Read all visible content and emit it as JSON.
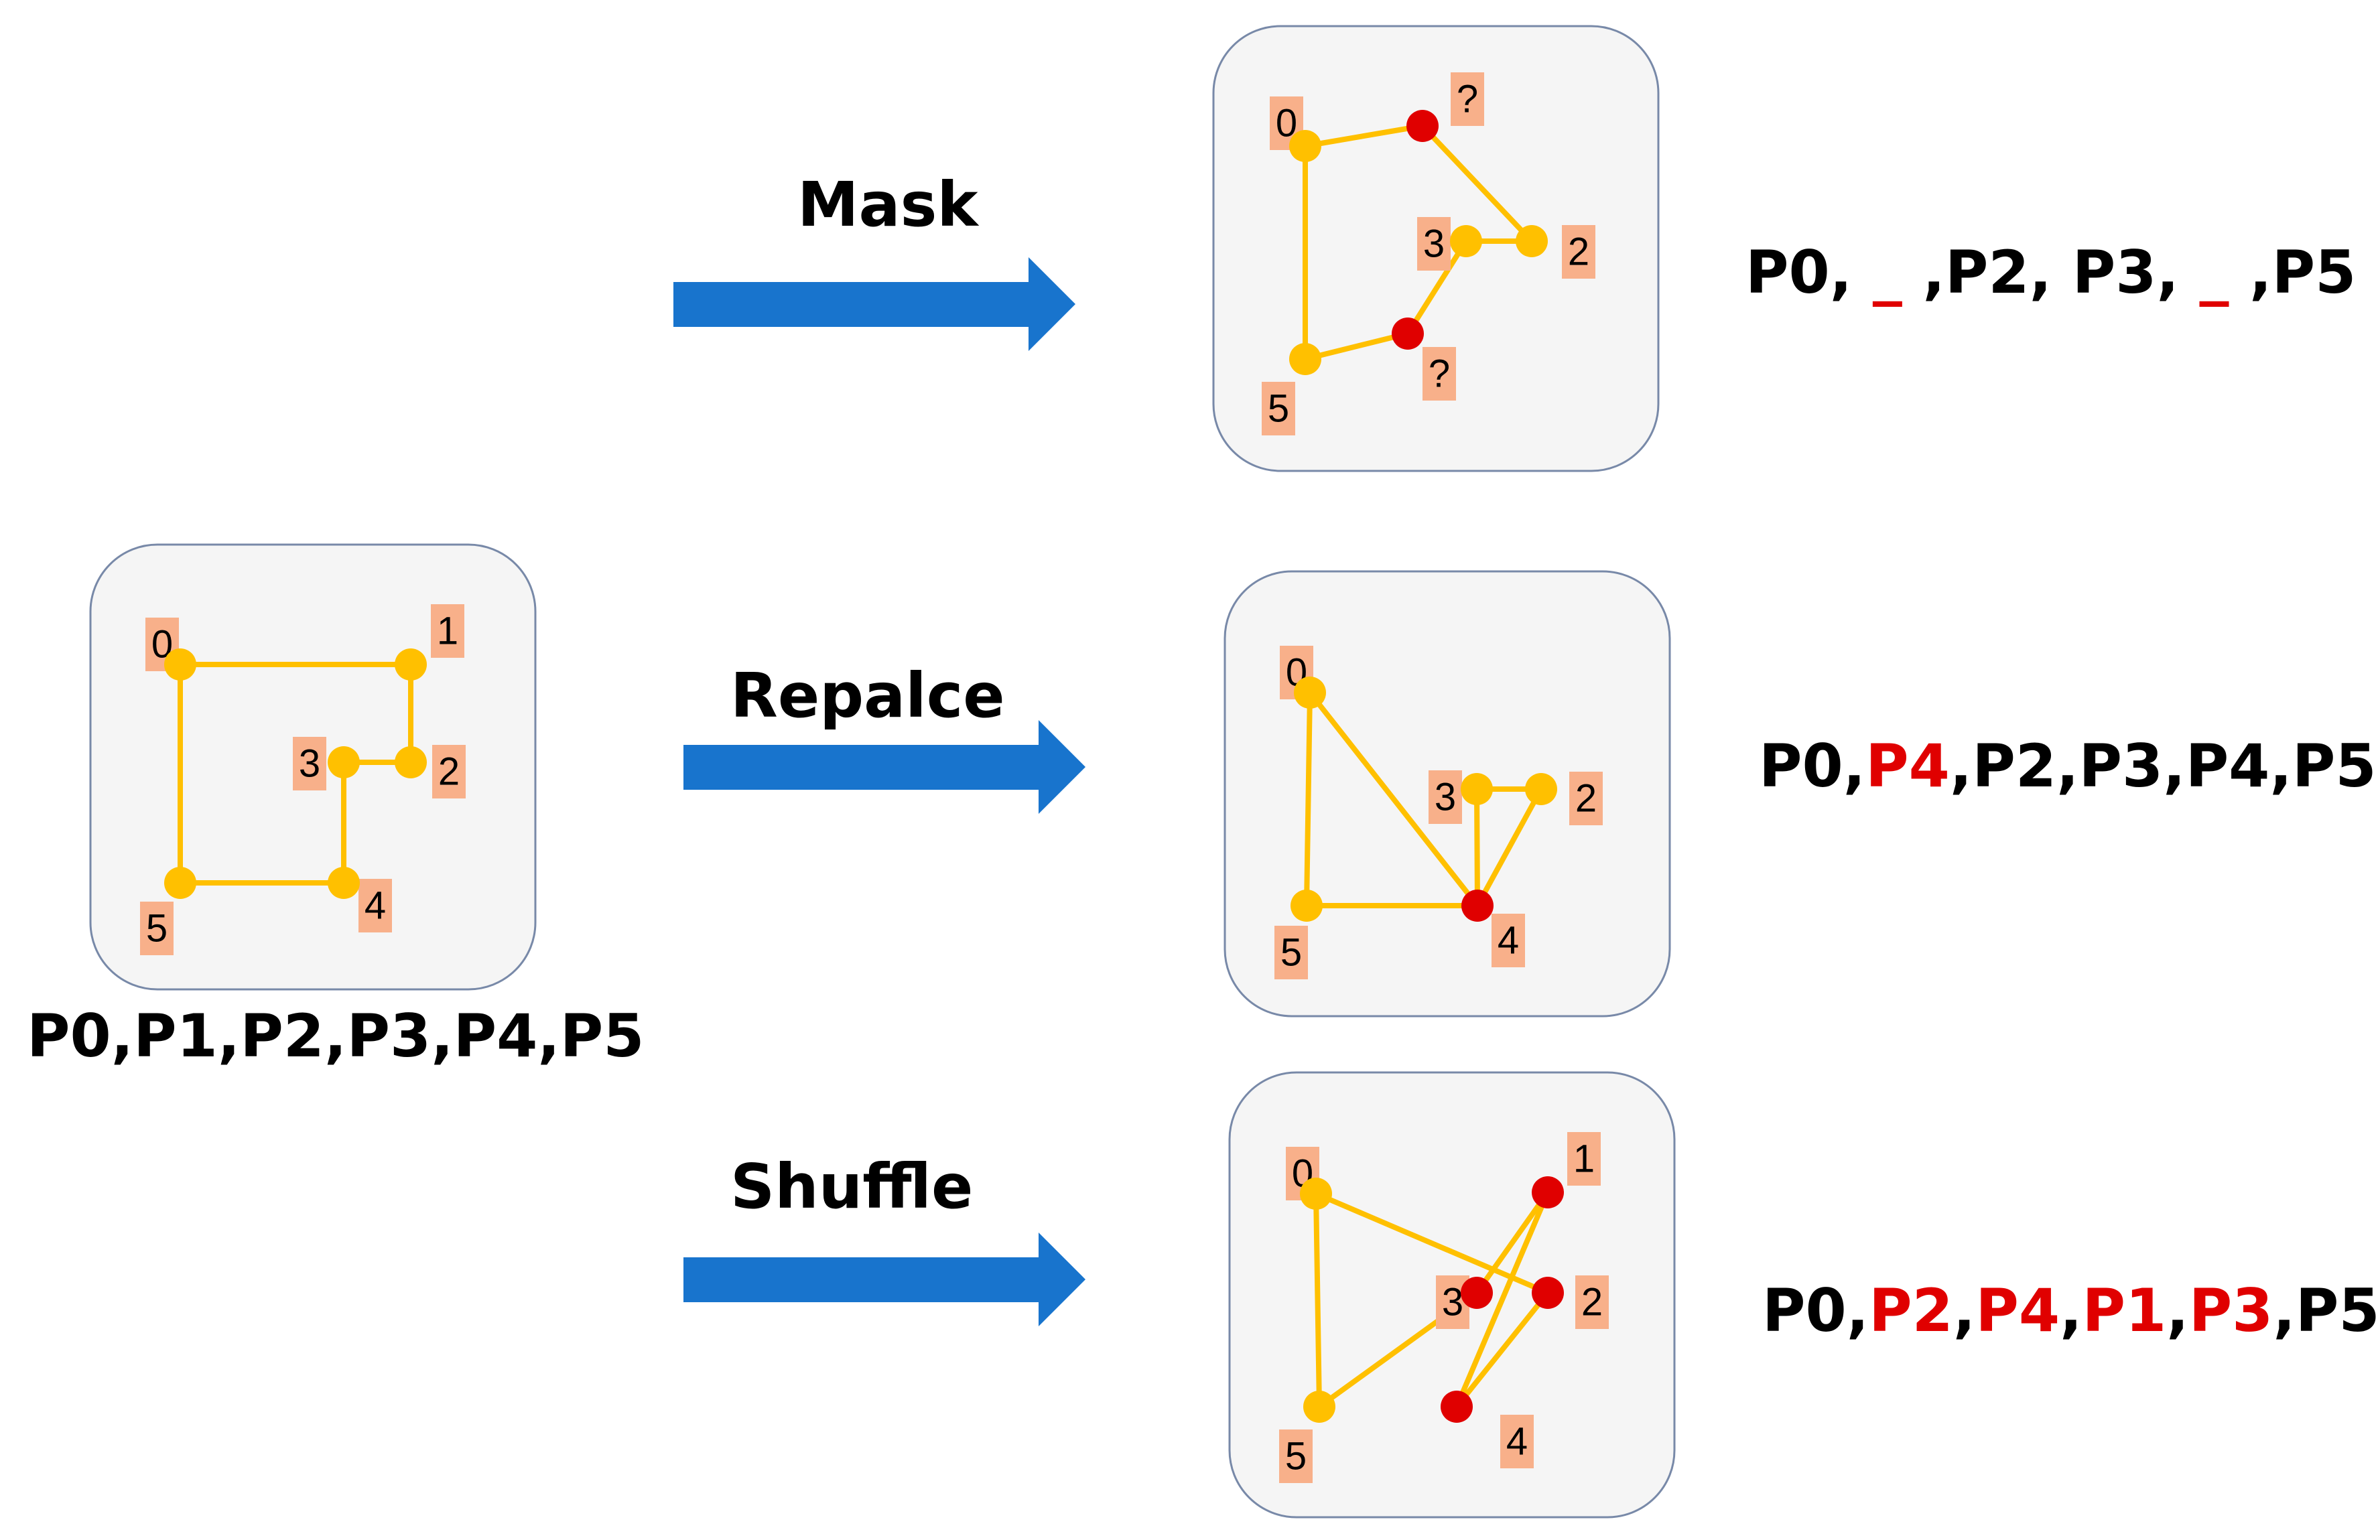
{
  "colors": {
    "edge": "#ffc000",
    "node": "#ffc000",
    "node_changed": "#e00000",
    "tag": "#f8b08a",
    "arrow": "#1874cd",
    "highlight_text": "#e00000"
  },
  "original": {
    "sequence_label": "P0,P1,P2,P3,P4,P5",
    "nodes": [
      {
        "label": "0",
        "changed": false
      },
      {
        "label": "1",
        "changed": false
      },
      {
        "label": "2",
        "changed": false
      },
      {
        "label": "3",
        "changed": false
      },
      {
        "label": "4",
        "changed": false
      },
      {
        "label": "5",
        "changed": false
      }
    ]
  },
  "operations": [
    {
      "name": "Mask",
      "nodes": [
        {
          "label": "0",
          "changed": false
        },
        {
          "label": "?",
          "changed": true
        },
        {
          "label": "2",
          "changed": false
        },
        {
          "label": "3",
          "changed": false
        },
        {
          "label": "?",
          "changed": true
        },
        {
          "label": "5",
          "changed": false
        }
      ],
      "sequence": [
        {
          "text": "P0",
          "red": false
        },
        {
          "text": ", ",
          "sep": true
        },
        {
          "text": "_",
          "red": true
        },
        {
          "text": " ,",
          "sep": true
        },
        {
          "text": "P2",
          "red": false
        },
        {
          "text": ", ",
          "sep": true
        },
        {
          "text": "P3",
          "red": false
        },
        {
          "text": ", ",
          "sep": true
        },
        {
          "text": "_",
          "red": true
        },
        {
          "text": " ,",
          "sep": true
        },
        {
          "text": "P5",
          "red": false
        }
      ]
    },
    {
      "name": "Repalce",
      "nodes": [
        {
          "label": "0",
          "changed": false
        },
        {
          "label": "2",
          "changed": false
        },
        {
          "label": "3",
          "changed": false
        },
        {
          "label": "4",
          "changed": true
        },
        {
          "label": "5",
          "changed": false
        }
      ],
      "sequence": [
        {
          "text": "P0",
          "red": false
        },
        {
          "text": ",",
          "sep": true
        },
        {
          "text": "P4",
          "red": true
        },
        {
          "text": ",",
          "sep": true
        },
        {
          "text": "P2",
          "red": false
        },
        {
          "text": ",",
          "sep": true
        },
        {
          "text": "P3",
          "red": false
        },
        {
          "text": ",",
          "sep": true
        },
        {
          "text": "P4",
          "red": false
        },
        {
          "text": ",",
          "sep": true
        },
        {
          "text": "P5",
          "red": false
        }
      ]
    },
    {
      "name": "Shuffle",
      "nodes": [
        {
          "label": "0",
          "changed": false
        },
        {
          "label": "1",
          "changed": true
        },
        {
          "label": "2",
          "changed": true
        },
        {
          "label": "3",
          "changed": true
        },
        {
          "label": "4",
          "changed": true
        },
        {
          "label": "5",
          "changed": false
        }
      ],
      "sequence": [
        {
          "text": "P0",
          "red": false
        },
        {
          "text": ",",
          "sep": true
        },
        {
          "text": "P2",
          "red": true
        },
        {
          "text": ",",
          "sep": true
        },
        {
          "text": "P4",
          "red": true
        },
        {
          "text": ",",
          "sep": true
        },
        {
          "text": "P1",
          "red": true
        },
        {
          "text": ",",
          "sep": true
        },
        {
          "text": "P3",
          "red": true
        },
        {
          "text": ",",
          "sep": true
        },
        {
          "text": "P5",
          "red": false
        }
      ]
    }
  ]
}
